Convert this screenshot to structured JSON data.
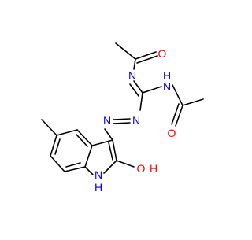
{
  "molecule": {
    "atom_labels": {
      "o_top": "O",
      "n_imine": "N",
      "nh_amide": "N",
      "h_amide": "H",
      "o_right": "O",
      "n_azo_1": "N",
      "n_azo_2": "N",
      "oh_o": "O",
      "oh_h": "H",
      "nh_ring_h": "H",
      "nh_ring_n": "N"
    },
    "colors": {
      "bond": "#000000",
      "oxygen": "#ff0000",
      "nitrogen": "#0000ff",
      "background": "#ffffff"
    }
  }
}
